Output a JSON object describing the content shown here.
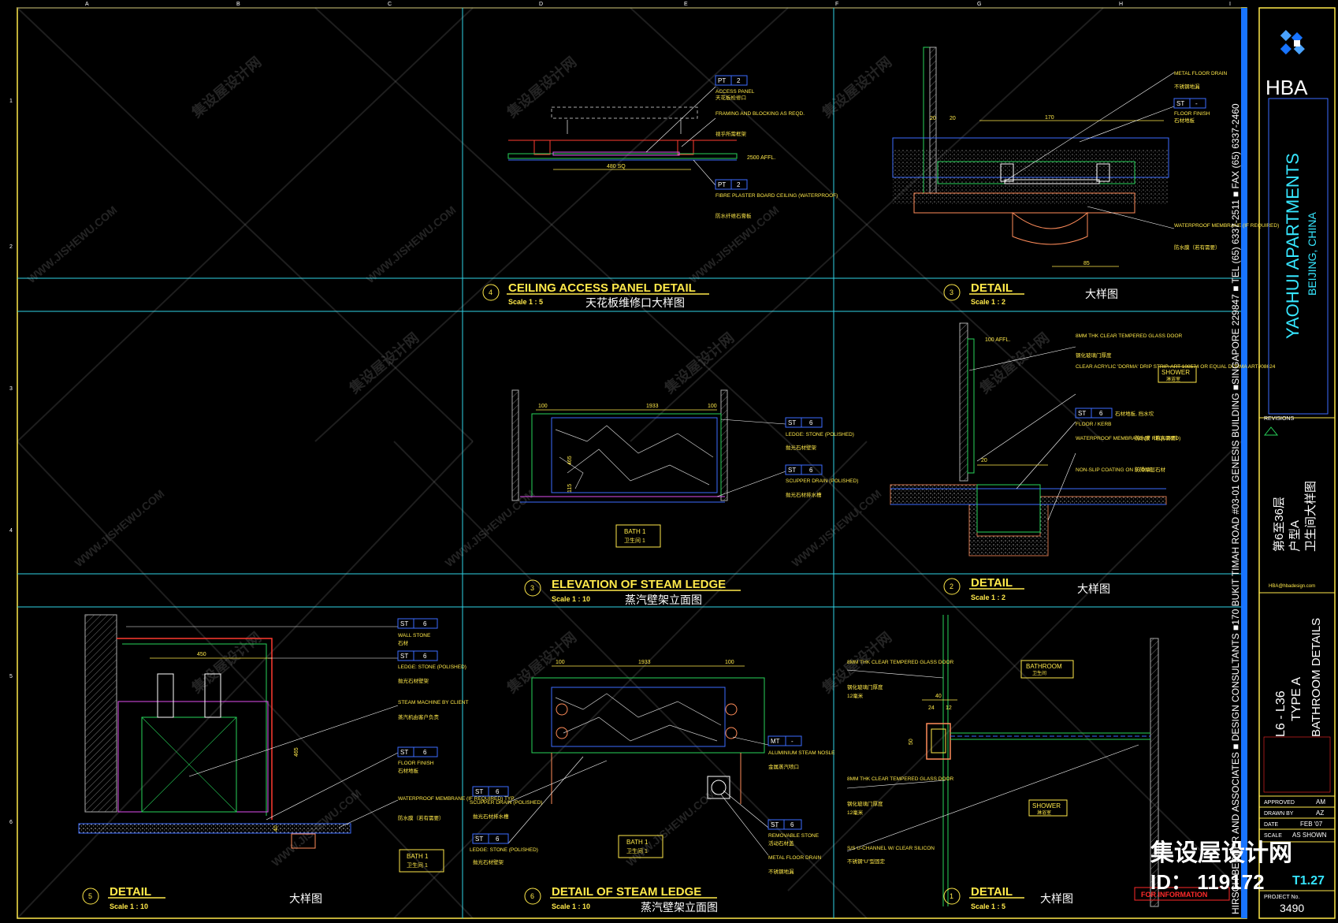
{
  "sheet": {
    "grid_cols": [
      "A",
      "B",
      "C",
      "D",
      "E",
      "F",
      "G",
      "H",
      "I"
    ],
    "grid_rows": [
      "1",
      "2",
      "3",
      "4",
      "5",
      "6"
    ]
  },
  "details": [
    {
      "num": "4",
      "title": "CEILING ACCESS PANEL DETAIL",
      "scale": "Scale 1 : 5",
      "cn": "天花板维修口大样图"
    },
    {
      "num": "3",
      "title": "DETAIL",
      "scale": "Scale 1 : 2",
      "cn": "大样图"
    },
    {
      "num": "3",
      "title": "ELEVATION OF STEAM LEDGE",
      "scale": "Scale 1 : 10",
      "cn": "蒸汽壁架立面图"
    },
    {
      "num": "2",
      "title": "DETAIL",
      "scale": "Scale 1 : 2",
      "cn": "大样图"
    },
    {
      "num": "5",
      "title": "DETAIL",
      "scale": "Scale 1 : 10",
      "cn": "大样图"
    },
    {
      "num": "6",
      "title": "DETAIL OF STEAM LEDGE",
      "scale": "Scale 1 : 10",
      "cn": "蒸汽壁架立面图"
    },
    {
      "num": "1",
      "title": "DETAIL",
      "scale": "Scale 1 : 5",
      "cn": "大样图"
    }
  ],
  "tags": {
    "pt2": {
      "code": "PT",
      "num": "2"
    },
    "st_dash": {
      "code": "ST",
      "num": "-"
    },
    "st6": {
      "code": "ST",
      "num": "6"
    },
    "mt_dash": {
      "code": "MT",
      "num": "-"
    }
  },
  "notes": {
    "access_panel": "ACCESS PANEL",
    "access_panel_cn": "天花板检修口",
    "framing": "FRAMING AND BLOCKING AS REQD.",
    "framing_cn": "视乎所需框架",
    "fibre_board": "FIBRE PLASTER BOARD CEILING (WATERPROOF)",
    "fibre_board_cn": "防水纤维石膏板",
    "affl_2500": "2500 AFFL.",
    "dim_480": "480 SQ",
    "metal_drain": "METAL FLOOR DRAIN",
    "metal_drain_cn": "不锈钢地漏",
    "floor_finish": "FLOOR FINISH",
    "floor_finish_cn": "石材地板",
    "waterproof": "WATERPROOF MEMBRANE (IF REQUIRED)",
    "waterproof_cn": "防水膜（若有需要）",
    "dim_170": "170",
    "dim_85": "85",
    "dim_20": "20",
    "affl_100": "100 AFFL.",
    "glass_door": "8MM THK CLEAR TEMPERED GLASS DOOR",
    "glass_door_cn": "钢化玻璃门厚度",
    "acrylic": "CLEAR ACRYLIC 'DORMA' DRIP STRIP. ART 108574 OR EQUAL DORMA ART#08624",
    "floor_kerb": "FLOOR / KERB",
    "floor_kerb_cn": "石材地板, 挡水坎",
    "nonslip": "NON-SLIP COATING ON STONE",
    "nonslip_cn": "防滑涂层石材",
    "shower": "SHOWER",
    "shower_cn": "淋浴室",
    "dim_1933": "1933",
    "dim_100": "100",
    "dim_465": "465",
    "dim_115": "115",
    "ledge_stone": "LEDGE: STONE (POLISHED)",
    "ledge_stone_cn": "抛光石材壁架",
    "scupper": "SCUPPER DRAIN (POLISHED)",
    "scupper_cn": "抛光石材排水槽",
    "bath1": "BATH 1",
    "bath1_cn": "卫生间 1",
    "wall_stone": "WALL STONE",
    "wall_stone_cn": "石材",
    "steam_machine": "STEAM MACHINE BY CLIENT",
    "steam_machine_cn": "蒸汽机由客户负责",
    "waterproof_typ": "WATERPROOF MEMBRANE (IF REQUIRED) TYP.",
    "dim_450": "450",
    "dim_40": "40",
    "dim_24": "24",
    "dim_12": "12",
    "dim_50": "50",
    "aluminium_nozzle": "ALUMINIUM STEAM NOSLE",
    "aluminium_nozzle_cn": "金属蒸汽喷口",
    "removable_stone": "REMOVABLE STONE",
    "removable_stone_cn": "活动石材盖",
    "u_channel": "S/S U-CHANNEL W/ CLEAR SILICON",
    "u_channel_cn": "不锈钢“U”型固定",
    "bathroom": "BATHROOM",
    "bathroom_cn": "卫生间",
    "for_info": "FOR INFORMATION",
    "tol_cn": "12毫米"
  },
  "title_block": {
    "brand": "HBA",
    "consultants": "HIRSCH BEDNER AND ASSOCIATES  ■ DESIGN CONSULTANTS  ■170 BUKIT TIMAH ROAD #03-01 GENESIS BUILDING ■SINGAPORE 229847 ■ TEL (65) 6337-2511 ■ FAX (65) 6337-2460",
    "project": "YAOHUI APARTMENTS",
    "location": "BEIJING, CHINA",
    "revisions": "REVISIONS",
    "floor_cn": "第6至36层",
    "type_cn": "户型A",
    "detail_cn": "卫生间大样图",
    "email": "HBA@hbadesign.com",
    "floors": "L6 - L36",
    "type": "TYPE A",
    "sheet_title": "BATHROOM DETAILS",
    "approved_label": "APPROVED",
    "approved_val": "AM",
    "drawn_label": "DRAWN BY",
    "drawn_val": "AZ",
    "date_label": "DATE",
    "date_val": "FEB '07",
    "scale_label": "SCALE",
    "scale_val": "AS SHOWN",
    "project_no_label": "PROJECT No.",
    "project_no": "3490",
    "sheet_no": "T1.27"
  },
  "watermark": {
    "cn": "集设屋设计网",
    "en": "WWW.JISHEWU.COM",
    "brand": "集设屋设计网",
    "id": "ID：  119172"
  },
  "colors": {
    "background": "#000000",
    "grid": "#2fd3e6",
    "frame": "#ffe94a",
    "text": "#ffe94a",
    "tag_box": "#3b6cff",
    "green": "#27d35a",
    "magenta": "#e04ef0",
    "red": "#ff3b30",
    "blue_stripe": "#1874ff"
  }
}
